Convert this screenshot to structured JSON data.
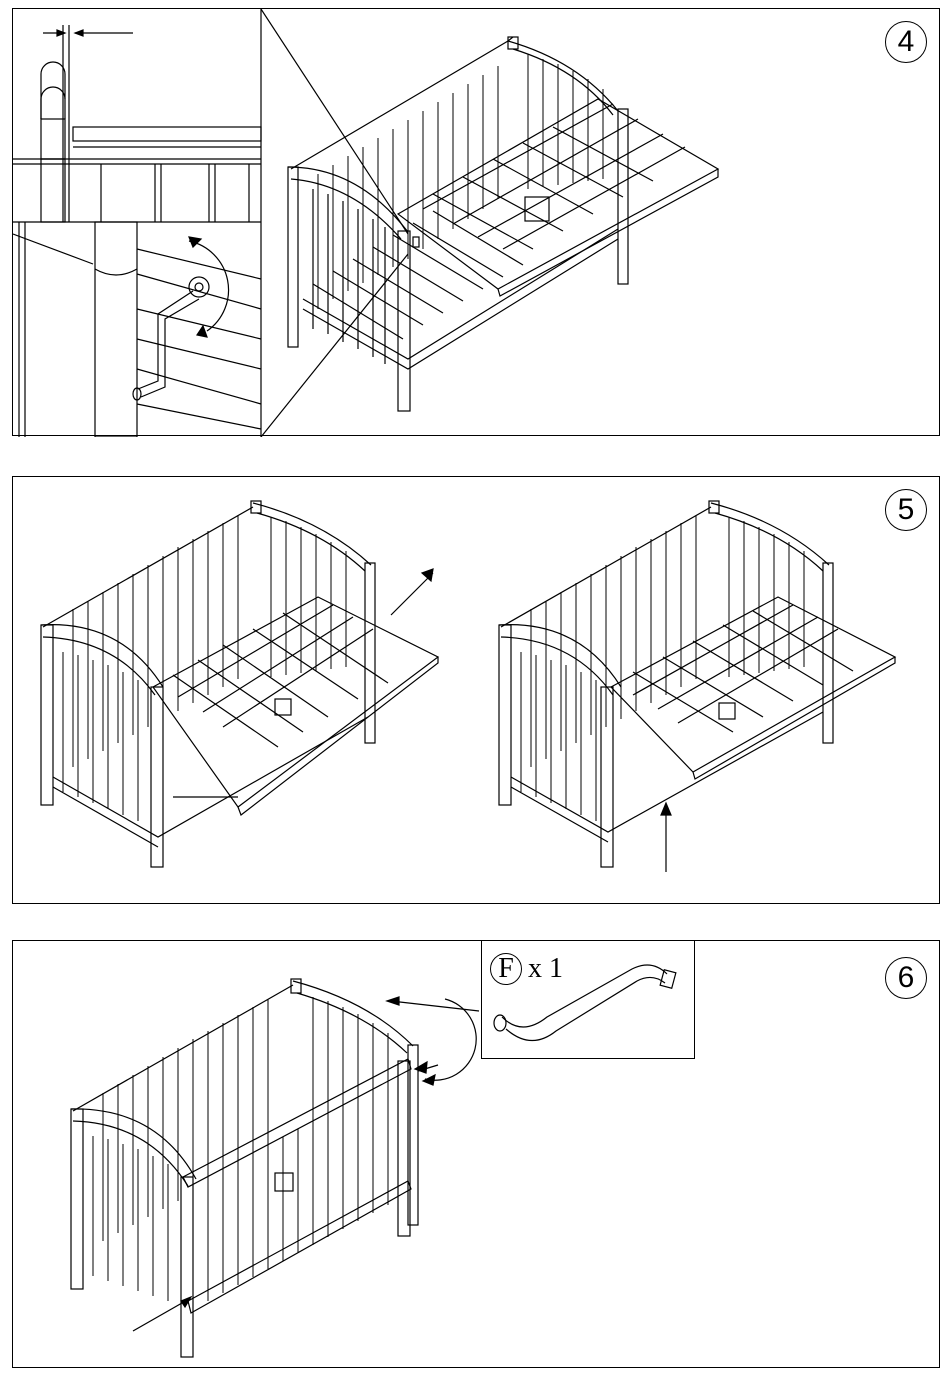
{
  "steps": [
    {
      "number": "4"
    },
    {
      "number": "5"
    },
    {
      "number": "6"
    }
  ],
  "parts_callout": {
    "letter": "F",
    "quantity": "x 1"
  }
}
